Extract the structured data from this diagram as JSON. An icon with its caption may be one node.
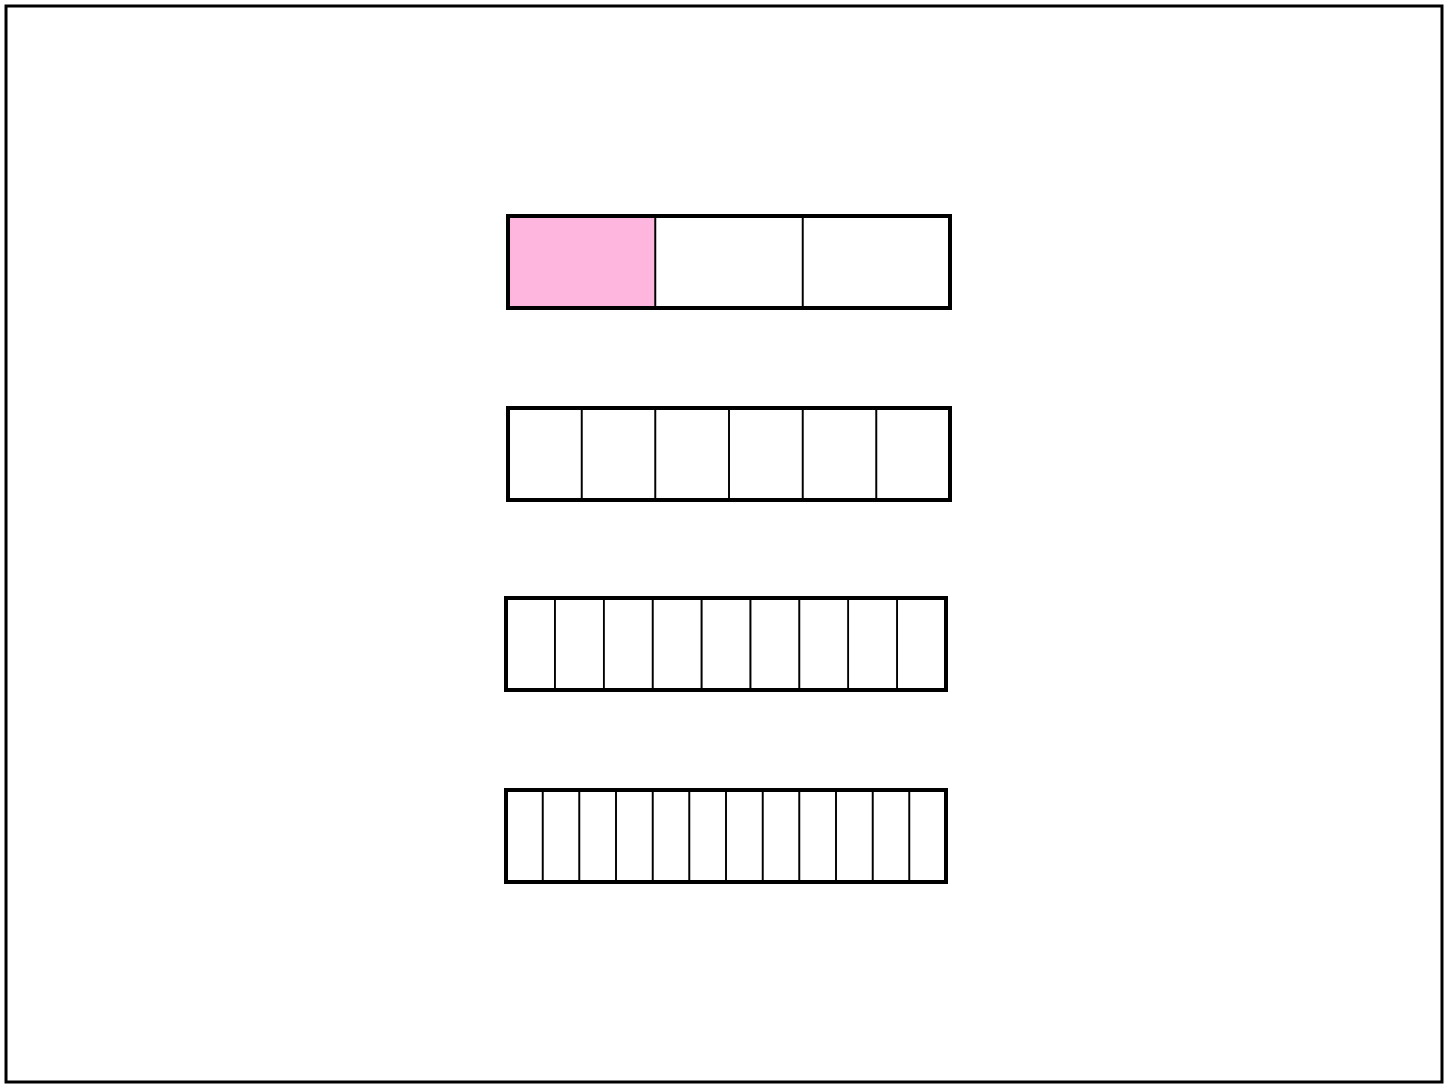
{
  "diagram": {
    "nodes": [
      {
        "text": [],
        "shape": "bar"
      },
      {
        "text": [],
        "shape": "box",
        "in": 0
      },
      {
        "text": [],
        "shape": "box",
        "in": 0
      },
      {
        "text": [],
        "shape": "box",
        "in": 0
      },
      {
        "text": [],
        "shape": "bar"
      },
      {
        "text": [],
        "shape": "box",
        "in": 4
      },
      {
        "text": [],
        "shape": "box",
        "in": 4
      },
      {
        "text": [],
        "shape": "box",
        "in": 4
      },
      {
        "text": [],
        "shape": "box",
        "in": 4
      },
      {
        "text": [],
        "shape": "box",
        "in": 4
      },
      {
        "text": [],
        "shape": "box",
        "in": 4
      },
      {
        "text": [],
        "shape": "bar"
      },
      {
        "text": [],
        "shape": "box",
        "in": 11
      },
      {
        "text": [],
        "shape": "box",
        "in": 11
      },
      {
        "text": [],
        "shape": "box",
        "in": 11
      },
      {
        "text": [],
        "shape": "box",
        "in": 11
      },
      {
        "text": [],
        "shape": "box",
        "in": 11
      },
      {
        "text": [],
        "shape": "box",
        "in": 11
      },
      {
        "text": [],
        "shape": "box",
        "in": 11
      },
      {
        "text": [],
        "shape": "box",
        "in": 11
      },
      {
        "text": [],
        "shape": "box",
        "in": 11
      },
      {
        "text": [],
        "shape": "bar"
      },
      {
        "text": [],
        "shape": "box",
        "in": 21
      },
      {
        "text": [],
        "shape": "box",
        "in": 21
      },
      {
        "text": [],
        "shape": "box",
        "in": 21
      },
      {
        "text": [],
        "shape": "box",
        "in": 21
      },
      {
        "text": [],
        "shape": "box",
        "in": 21
      },
      {
        "text": [],
        "shape": "box",
        "in": 21
      },
      {
        "text": [],
        "shape": "box",
        "in": 21
      },
      {
        "text": [],
        "shape": "box",
        "in": 21
      },
      {
        "text": [],
        "shape": "box",
        "in": 21
      },
      {
        "text": [],
        "shape": "box",
        "in": 21
      },
      {
        "text": [],
        "shape": "box",
        "in": 21
      },
      {
        "text": [],
        "shape": "box",
        "in": 21
      }
    ]
  }
}
